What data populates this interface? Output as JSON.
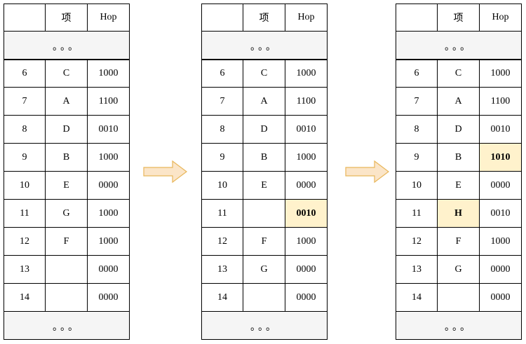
{
  "header": {
    "col_index": "",
    "col_item": "项",
    "col_hop": "Hop"
  },
  "ellipsis": "。。。",
  "colors": {
    "highlight": "#fff2cc",
    "arrow_fill": "#fbe5c8",
    "arrow_stroke": "#e8b65a",
    "ellipsis_bg": "#f5f5f5"
  },
  "tables": [
    {
      "rows": [
        {
          "index": "6",
          "item": "C",
          "hop": "1000"
        },
        {
          "index": "7",
          "item": "A",
          "hop": "1100"
        },
        {
          "index": "8",
          "item": "D",
          "hop": "0010"
        },
        {
          "index": "9",
          "item": "B",
          "hop": "1000"
        },
        {
          "index": "10",
          "item": "E",
          "hop": "0000"
        },
        {
          "index": "11",
          "item": "G",
          "hop": "1000"
        },
        {
          "index": "12",
          "item": "F",
          "hop": "1000"
        },
        {
          "index": "13",
          "item": "",
          "hop": "0000"
        },
        {
          "index": "14",
          "item": "",
          "hop": "0000"
        }
      ]
    },
    {
      "rows": [
        {
          "index": "6",
          "item": "C",
          "hop": "1000"
        },
        {
          "index": "7",
          "item": "A",
          "hop": "1100"
        },
        {
          "index": "8",
          "item": "D",
          "hop": "0010"
        },
        {
          "index": "9",
          "item": "B",
          "hop": "1000"
        },
        {
          "index": "10",
          "item": "E",
          "hop": "0000"
        },
        {
          "index": "11",
          "item": "",
          "hop": "0010",
          "hop_highlight": true
        },
        {
          "index": "12",
          "item": "F",
          "hop": "1000"
        },
        {
          "index": "13",
          "item": "G",
          "hop": "0000"
        },
        {
          "index": "14",
          "item": "",
          "hop": "0000"
        }
      ]
    },
    {
      "rows": [
        {
          "index": "6",
          "item": "C",
          "hop": "1000"
        },
        {
          "index": "7",
          "item": "A",
          "hop": "1100"
        },
        {
          "index": "8",
          "item": "D",
          "hop": "0010"
        },
        {
          "index": "9",
          "item": "B",
          "hop": "1010",
          "hop_highlight": true
        },
        {
          "index": "10",
          "item": "E",
          "hop": "0000"
        },
        {
          "index": "11",
          "item": "H",
          "hop": "0010",
          "item_highlight": true
        },
        {
          "index": "12",
          "item": "F",
          "hop": "1000"
        },
        {
          "index": "13",
          "item": "G",
          "hop": "0000"
        },
        {
          "index": "14",
          "item": "",
          "hop": "0000"
        }
      ]
    }
  ],
  "arrows": [
    {
      "name": "arrow-1",
      "icon": "right-arrow-icon"
    },
    {
      "name": "arrow-2",
      "icon": "right-arrow-icon"
    }
  ]
}
